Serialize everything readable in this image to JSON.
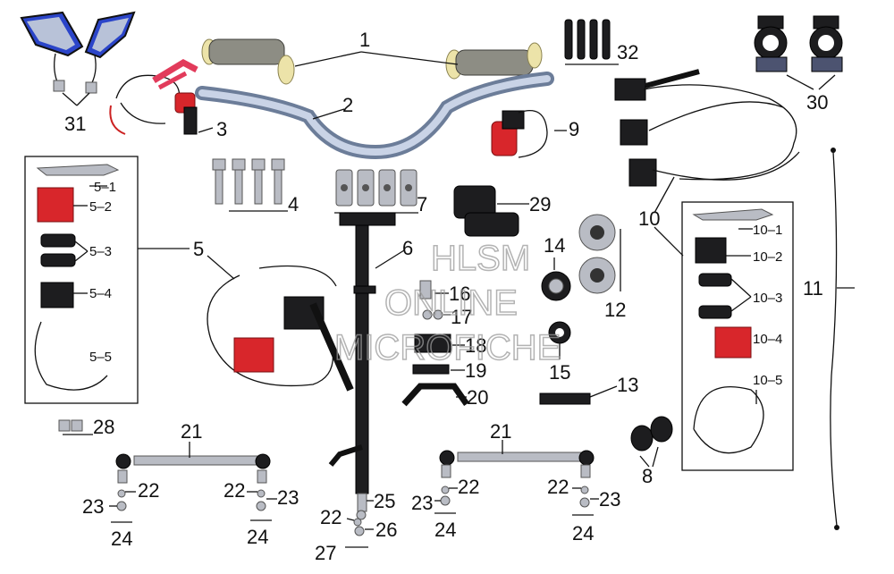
{
  "watermark": {
    "line1": "HLSM",
    "line2": "ONLINE",
    "line3": "MICROFICHE"
  },
  "labels": {
    "l1": "1",
    "l2": "2",
    "l3": "3",
    "l4": "4",
    "l5": "5",
    "l5_1": "5–1",
    "l5_2": "5–2",
    "l5_3": "5–3",
    "l5_4": "5–4",
    "l5_5": "5–5",
    "l6": "6",
    "l7": "7",
    "l8": "8",
    "l9": "9",
    "l10": "10",
    "l10_1": "10–1",
    "l10_2": "10–2",
    "l10_3": "10–3",
    "l10_4": "10–4",
    "l10_5": "10–5",
    "l11": "11",
    "l12": "12",
    "l13": "13",
    "l14": "14",
    "l15": "15",
    "l16": "16",
    "l17": "17",
    "l18": "18",
    "l19": "19",
    "l20": "20",
    "l21": "21",
    "l22": "22",
    "l23": "23",
    "l24": "24",
    "l25": "25",
    "l26": "26",
    "l27": "27",
    "l28": "28",
    "l29": "29",
    "l30": "30",
    "l31": "31",
    "l32": "32"
  },
  "colors": {
    "brake_red": "#d8262b",
    "chrome": "#b9bcc4",
    "black_part": "#1d1d1f",
    "mirror_blue": "#2b45c9"
  }
}
